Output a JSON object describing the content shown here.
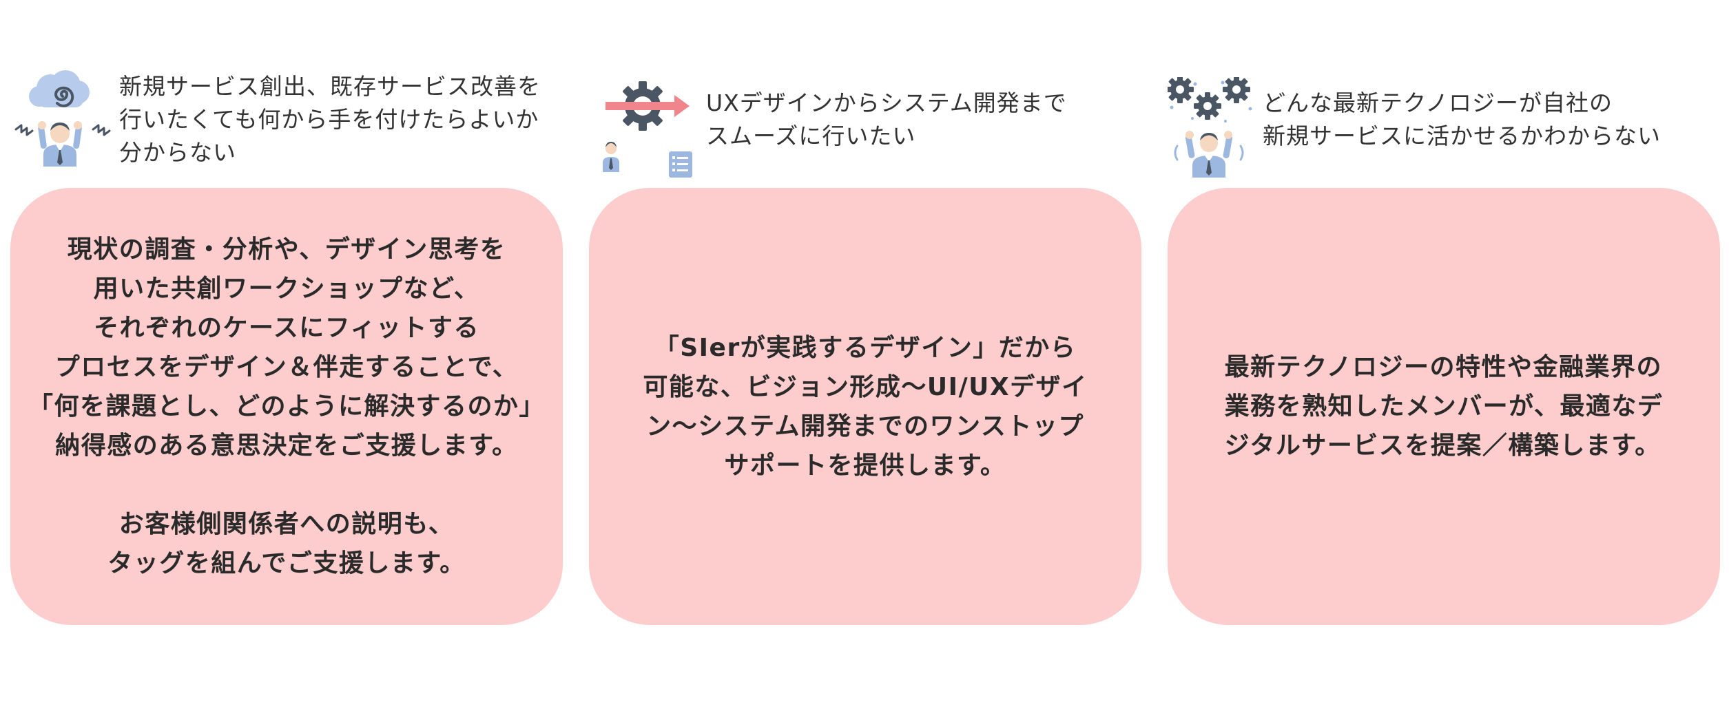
{
  "columns": [
    {
      "icon": "confused-person-icon",
      "problem": "新規サービス創出、既存サービス改善を\n行いたくても何から手を付けたらよいか\n分からない",
      "solution": "現状の調査・分析や、デザイン思考を\n用いた共創ワークショップなど、\nそれぞれのケースにフィットする\nプロセスをデザイン＆伴走することで、\n「何を課題とし、どのように解決するのか」\n納得感のある意思決定をご支援します。\n\nお客様側関係者への説明も、\nタッグを組んでご支援します。"
    },
    {
      "icon": "gear-arrow-process-icon",
      "problem": "UXデザインからシステム開発まで\nスムーズに行いたい",
      "solution": "「SIerが実践するデザイン」だから\n可能な、ビジョン形成〜UI/UXデザイ\nン〜システム開発までのワンストップ\nサポートを提供します。"
    },
    {
      "icon": "gears-person-icon",
      "problem": "どんな最新テクノロジーが自社の\n新規サービスに活かせるかわからない",
      "solution": "最新テクノロジーの特性や金融業界の\n業務を熟知したメンバーが、最適なデ\nジタルサービスを提案／構築します。"
    }
  ],
  "colors": {
    "card_background": "#fdcccc",
    "text": "#2a2a2a",
    "icon_blue": "#9cb8e0",
    "icon_dark": "#4a5663",
    "icon_red": "#f0868b"
  }
}
